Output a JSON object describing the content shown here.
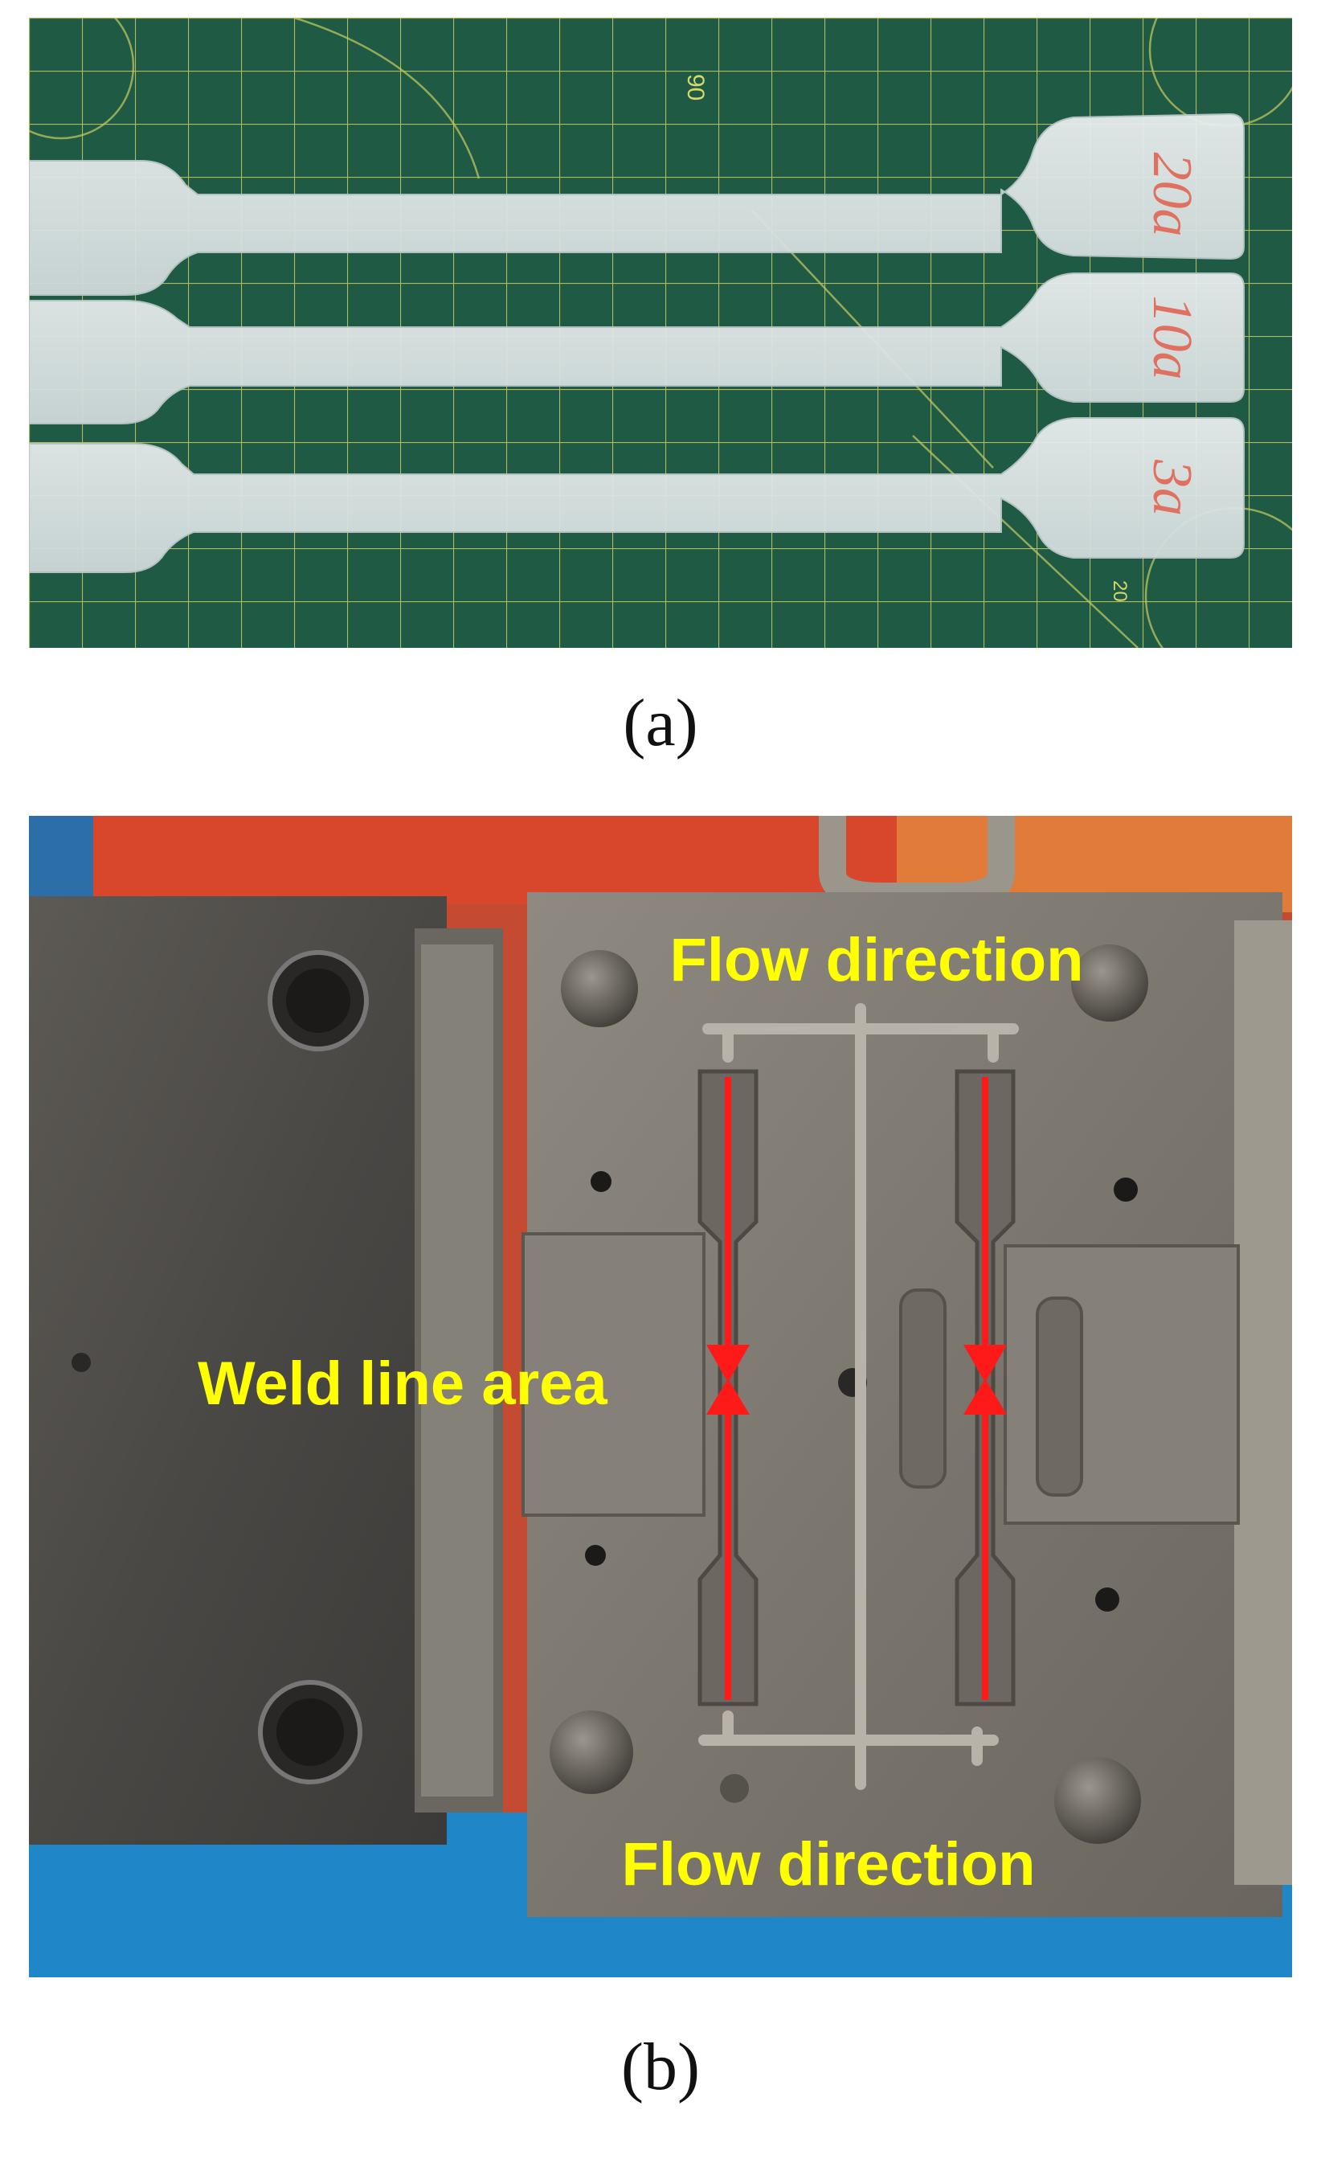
{
  "panel_a": {
    "ruler_marks": [
      "90",
      "20"
    ],
    "specimen_labels": [
      "20a",
      "10a",
      "3a"
    ],
    "colors": {
      "mat_green": "#1f5a45",
      "grid_yellow": "#c8cc60",
      "specimen_white": "#dfe6e6",
      "label_red": "#e0705f"
    }
  },
  "caption_a": "(a)",
  "panel_b": {
    "annotations": {
      "flow_direction_top": "Flow direction",
      "weld_line_area": "Weld line area",
      "flow_direction_bottom": "Flow direction"
    },
    "colors": {
      "annotation_yellow": "#ffff00",
      "arrow_red": "#ff1a1a",
      "steel": "#7d7a73",
      "table_blue": "#1f86c8",
      "wall_red": "#d8472b"
    }
  },
  "caption_b": "(b)"
}
